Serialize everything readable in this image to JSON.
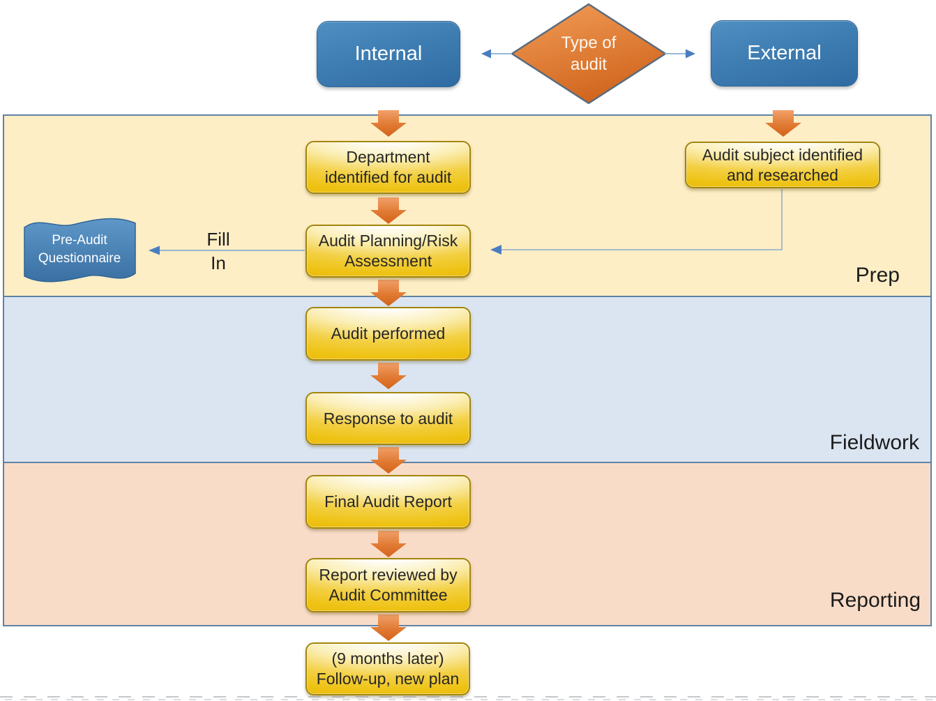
{
  "decision": {
    "label": "Type of\naudit"
  },
  "branches": {
    "internal": "Internal",
    "external": "External"
  },
  "lanes": {
    "prep": "Prep",
    "fieldwork": "Fieldwork",
    "reporting": "Reporting"
  },
  "nodes": {
    "department": "Department\nidentified for audit",
    "audit_subject": "Audit subject identified\nand researched",
    "planning": "Audit Planning/Risk\nAssessment",
    "performed": "Audit performed",
    "response": "Response to audit",
    "final_report": "Final Audit Report",
    "review": "Report reviewed by\nAudit Committee",
    "follow_up": "(9 months later)\nFollow-up, new plan",
    "questionnaire": "Pre-Audit\nQuestionnaire"
  },
  "edge_labels": {
    "fill": "Fill",
    "in": "In"
  },
  "colors": {
    "lane_prep": "#fdeec6",
    "lane_fieldwork": "#dbe5f1",
    "lane_reporting": "#f9dcc8",
    "lane_border": "#5f82a3",
    "node_fill": "#f0c51a",
    "node_border": "#a3850a",
    "node_text": "#262626",
    "branch_fill": "#3d7cb1",
    "branch_text": "#ffffff",
    "decision_fill": "#e0762f",
    "flag_fill": "#4c86ba",
    "flow_arrow": "#dd7030",
    "connector_line": "#8aaed2",
    "connector_head": "#4a7dbf"
  }
}
